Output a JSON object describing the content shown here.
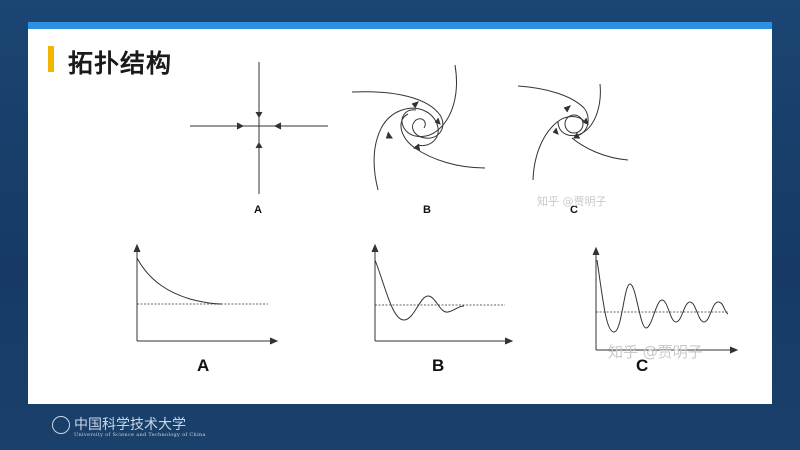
{
  "slide": {
    "title": "拓扑结构",
    "watermark": "知乎 @贾明子"
  },
  "phase_portraits": {
    "labels": [
      "A",
      "B",
      "C"
    ]
  },
  "time_responses": {
    "labels": [
      "A",
      "B",
      "C"
    ]
  },
  "footer": {
    "university_cn": "中国科学技术大学",
    "university_en": "University of Science and Technology of China"
  },
  "colors": {
    "background": "#163a63",
    "top_band": "#2f8fe0",
    "title_accent": "#f2b600",
    "slide": "#ffffff"
  }
}
